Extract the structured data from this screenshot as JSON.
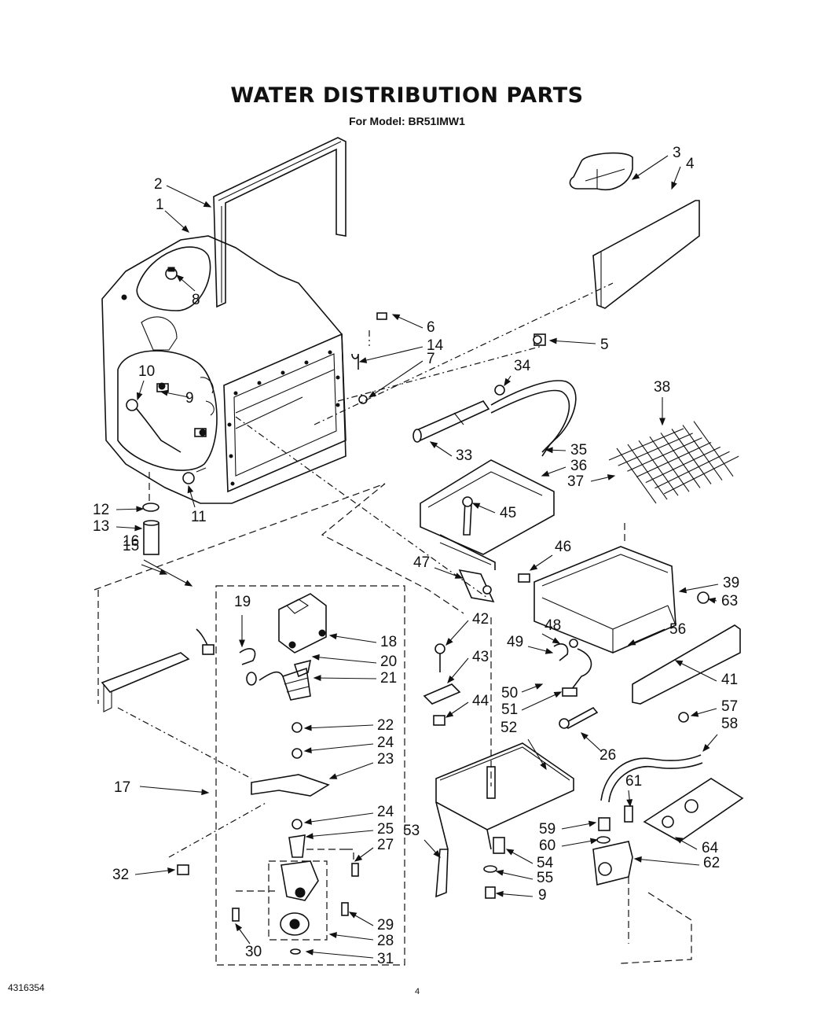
{
  "header": {
    "title": "WATER DISTRIBUTION PARTS",
    "subtitle": "For Model: BR51IMW1"
  },
  "footer": {
    "code": "4316354",
    "page": "4"
  },
  "callouts": [
    {
      "id": "c1",
      "label": "1"
    },
    {
      "id": "c2",
      "label": "2"
    },
    {
      "id": "c3",
      "label": "3"
    },
    {
      "id": "c4",
      "label": "4"
    },
    {
      "id": "c5",
      "label": "5"
    },
    {
      "id": "c6",
      "label": "6"
    },
    {
      "id": "c7",
      "label": "7"
    },
    {
      "id": "c8",
      "label": "8"
    },
    {
      "id": "c9a",
      "label": "9"
    },
    {
      "id": "c10",
      "label": "10"
    },
    {
      "id": "c11",
      "label": "11"
    },
    {
      "id": "c12",
      "label": "12"
    },
    {
      "id": "c13",
      "label": "13"
    },
    {
      "id": "c14",
      "label": "14"
    },
    {
      "id": "c15",
      "label": "15"
    },
    {
      "id": "c16",
      "label": "16"
    },
    {
      "id": "c17",
      "label": "17"
    },
    {
      "id": "c18",
      "label": "18"
    },
    {
      "id": "c19",
      "label": "19"
    },
    {
      "id": "c20",
      "label": "20"
    },
    {
      "id": "c21",
      "label": "21"
    },
    {
      "id": "c22",
      "label": "22"
    },
    {
      "id": "c23",
      "label": "23"
    },
    {
      "id": "c24a",
      "label": "24"
    },
    {
      "id": "c24b",
      "label": "24"
    },
    {
      "id": "c25",
      "label": "25"
    },
    {
      "id": "c26",
      "label": "26"
    },
    {
      "id": "c27",
      "label": "27"
    },
    {
      "id": "c28",
      "label": "28"
    },
    {
      "id": "c29",
      "label": "29"
    },
    {
      "id": "c30",
      "label": "30"
    },
    {
      "id": "c31",
      "label": "31"
    },
    {
      "id": "c32",
      "label": "32"
    },
    {
      "id": "c33",
      "label": "33"
    },
    {
      "id": "c34",
      "label": "34"
    },
    {
      "id": "c35",
      "label": "35"
    },
    {
      "id": "c36",
      "label": "36"
    },
    {
      "id": "c37",
      "label": "37"
    },
    {
      "id": "c38",
      "label": "38"
    },
    {
      "id": "c39",
      "label": "39"
    },
    {
      "id": "c41",
      "label": "41"
    },
    {
      "id": "c42",
      "label": "42"
    },
    {
      "id": "c43",
      "label": "43"
    },
    {
      "id": "c44",
      "label": "44"
    },
    {
      "id": "c45",
      "label": "45"
    },
    {
      "id": "c46",
      "label": "46"
    },
    {
      "id": "c47",
      "label": "47"
    },
    {
      "id": "c48",
      "label": "48"
    },
    {
      "id": "c49",
      "label": "49"
    },
    {
      "id": "c50",
      "label": "50"
    },
    {
      "id": "c51",
      "label": "51"
    },
    {
      "id": "c52",
      "label": "52"
    },
    {
      "id": "c53",
      "label": "53"
    },
    {
      "id": "c54",
      "label": "54"
    },
    {
      "id": "c55",
      "label": "55"
    },
    {
      "id": "c56",
      "label": "56"
    },
    {
      "id": "c57",
      "label": "57"
    },
    {
      "id": "c58",
      "label": "58"
    },
    {
      "id": "c59",
      "label": "59"
    },
    {
      "id": "c60",
      "label": "60"
    },
    {
      "id": "c61",
      "label": "61"
    },
    {
      "id": "c62",
      "label": "62"
    },
    {
      "id": "c63",
      "label": "63"
    },
    {
      "id": "c64",
      "label": "64"
    },
    {
      "id": "c9b",
      "label": "9"
    }
  ]
}
